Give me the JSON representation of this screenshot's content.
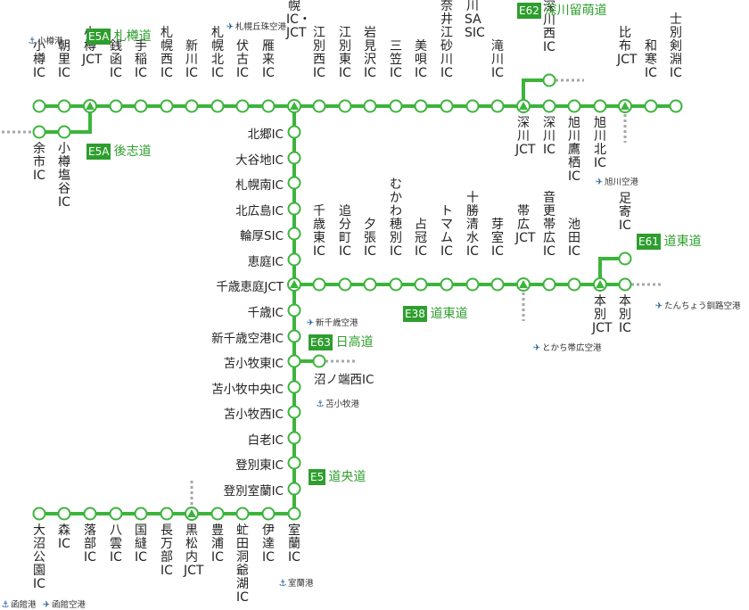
{
  "roads": {
    "e5a_sasshou": {
      "badge": "E5A",
      "name": "札樽道"
    },
    "e5a_goshi": {
      "badge": "E5A",
      "name": "後志道"
    },
    "e62": {
      "badge": "E62",
      "name": "深川留萌道"
    },
    "e61": {
      "badge": "E61",
      "name": "道東道"
    },
    "e38": {
      "badge": "E38",
      "name": "道東道"
    },
    "e63": {
      "badge": "E63",
      "name": "日高道"
    },
    "e5": {
      "badge": "E5",
      "name": "道央道"
    }
  },
  "stations": {
    "otaru_ic": "小樽IC",
    "asari_ic": "朝里IC",
    "otaru_jct": "小樽JCT",
    "zenibako_ic": "銭函IC",
    "teine_ic": "手稲IC",
    "sapporo_nishi_ic": "札幌西IC",
    "shinkawa_ic": "新川IC",
    "sapporo_kita_ic": "札幌北IC",
    "fushiko_ic": "伏古IC",
    "karikitsu_ic": "雁来IC",
    "sapporo_jct": "札幌IC・JCT",
    "ebetsu_nishi_ic": "江別西IC",
    "ebetsu_higashi_ic": "江別東IC",
    "iwamizawa_ic": "岩見沢IC",
    "mikasa_ic": "三笠IC",
    "bibai_ic": "美唄IC",
    "naie_ic": "奈井江砂川IC",
    "sunagawa_sa_sic": "砂川SA SIC",
    "takikawa_ic": "滝川IC",
    "fukagawa_jct": "深川JCT",
    "fukagawa_ic": "深川IC",
    "fukagawa_nishi_ic": "深川西IC",
    "asahikawa_takasu_ic": "旭川鷹栖IC",
    "asahikawa_kita_ic": "旭川北IC",
    "pippu_jct": "比布JCT",
    "wassamu_ic": "和寒IC",
    "shibetsu_kenbuchi_ic": "士別剣淵IC",
    "yoichi_ic": "余市IC",
    "otaru_shioya_ic": "小樽塩谷IC",
    "kitago_ic": "北郷IC",
    "oyachi_ic": "大谷地IC",
    "sapporo_minami_ic": "札幌南IC",
    "kitahiroshima_ic": "北広島IC",
    "wattsu_sic": "輪厚SIC",
    "eniwa_ic": "恵庭IC",
    "chitose_eniwa_jct": "千歳恵庭JCT",
    "chitose_ic": "千歳IC",
    "shinchitose_ic": "新千歳空港IC",
    "tomakomai_higashi_ic": "苫小牧東IC",
    "tomakomai_chuo_ic": "苫小牧中央IC",
    "tomakomai_nishi_ic": "苫小牧西IC",
    "shiraoi_ic": "白老IC",
    "noboribetsu_higashi_ic": "登別東IC",
    "noboribetsu_muroran_ic": "登別室蘭IC",
    "numanohata_nishi_ic": "沼ノ端西IC",
    "chitose_higashi_ic": "千歳東IC",
    "oiwake_ic": "追分町IC",
    "yubari_ic": "夕張IC",
    "mukawa_ic": "むかわ穂別IC",
    "shimukappu_ic": "占冠IC",
    "tomamu_ic": "トマムIC",
    "tokachi_shimizu_ic": "十勝清水IC",
    "memuro_ic": "芽室IC",
    "obihiro_jct": "帯広JCT",
    "otofuke_ic": "音更帯広IC",
    "ikeda_ic": "池田IC",
    "honbetsu_jct": "本別JCT",
    "ashoro_ic": "足寄IC",
    "honbetsu_ic": "本別IC",
    "oonuma_ic": "大沼公園IC",
    "mori_ic": "森IC",
    "otoshibe_ic": "落部IC",
    "yakumo_ic": "八雲IC",
    "kunnui_ic": "国縫IC",
    "oshamanbe_ic": "長万部IC",
    "kuromatsunai_jct": "黒松内JCT",
    "toyoura_ic": "豊浦IC",
    "abuta_ic": "虻田洞爺湖IC",
    "date_ic": "伊達IC",
    "muroran_ic": "室蘭IC"
  },
  "facilities": {
    "otaru_port": "小樽港",
    "okadama_airport": "札幌丘珠空港",
    "asahikawa_airport": "旭川空港",
    "kushiro_airport": "たんちょう釧路空港",
    "obihiro_airport": "とかち帯広空港",
    "newchitose_airport": "新千歳空港",
    "tomakomai_port": "苫小牧港",
    "muroran_port": "室蘭港",
    "hakodate_port": "函館港",
    "hakodate_airport": "函館空港"
  },
  "colors": {
    "line": "#3cb43c",
    "badge": "#2e9e2e",
    "dashed": "#a7a7a7",
    "airport_icon": "#1f5c99"
  }
}
